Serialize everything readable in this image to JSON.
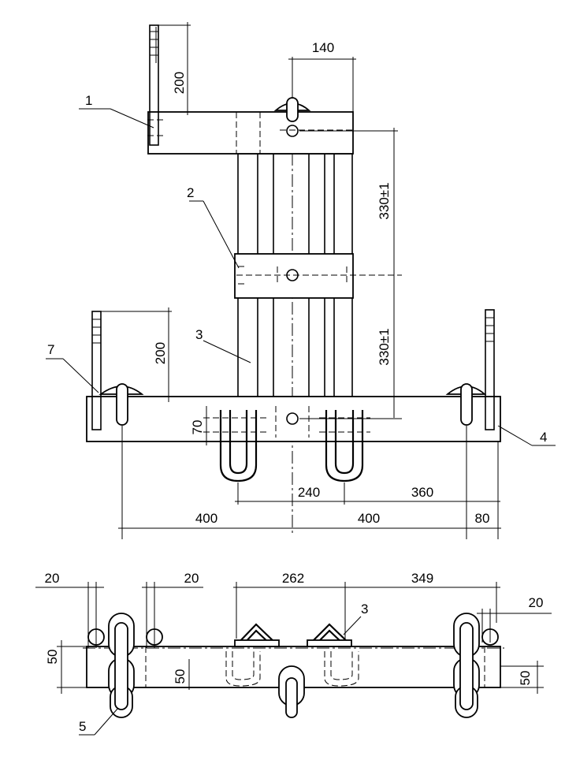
{
  "dimensions": {
    "top_height": "200",
    "top_offset": "140",
    "spacing_upper": "330±1",
    "spacing_lower": "330±1",
    "left_height": "200",
    "thickness": "70",
    "ubolt_spacing": "240",
    "ubolt_to_end": "360",
    "half_left": "400",
    "half_right": "400",
    "end_offset": "80",
    "plan_left_gap_a": "20",
    "plan_left_gap_b": "20",
    "plan_ubolt_spacing": "262",
    "plan_ubolt_to_end": "349",
    "plan_right_gap": "20",
    "plan_height_left": "50",
    "plan_height_mid": "50",
    "plan_height_right": "50"
  },
  "part_labels": {
    "p1": "1",
    "p2": "2",
    "p3": "3",
    "p4": "4",
    "p5": "5",
    "p7": "7",
    "p3_plan": "3"
  }
}
